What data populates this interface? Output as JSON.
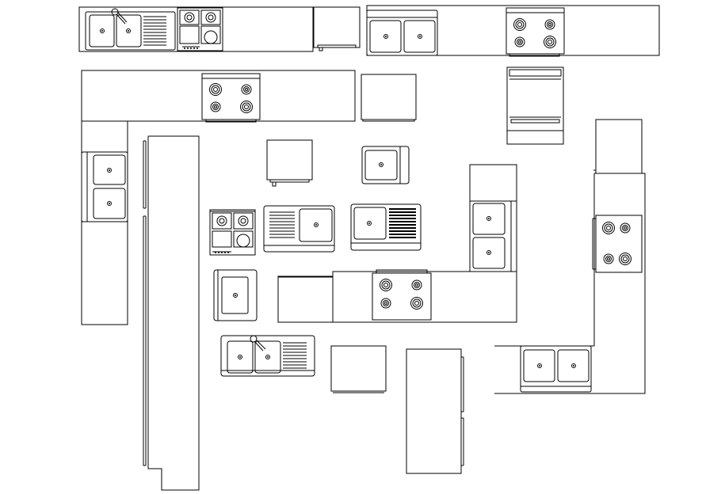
{
  "drawing": {
    "line_color": "#000000",
    "background": "#ffffff",
    "symbols": [
      "counter-run",
      "double-sink",
      "single-sink",
      "drainboard",
      "gas-cooktop",
      "electric-cooktop",
      "range",
      "dishwasher",
      "refrigerator",
      "tall-cabinet"
    ]
  }
}
